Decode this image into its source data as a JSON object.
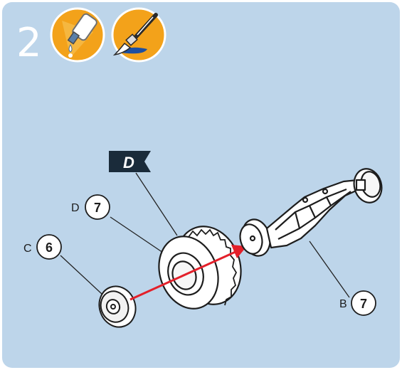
{
  "step": {
    "number": "2"
  },
  "icons": [
    {
      "name": "glue-icon"
    },
    {
      "name": "paint-brush-icon"
    }
  ],
  "flag": {
    "label": "D"
  },
  "callouts": [
    {
      "side_letter": "C",
      "number": "6"
    },
    {
      "side_letter": "D",
      "number": "7"
    },
    {
      "side_letter": "B",
      "number": "7"
    }
  ],
  "colors": {
    "panel_background": "#bdd5ea",
    "icon_badge": "#f3a21a",
    "arrow": "#e3202a",
    "flag": "#1a2b3a"
  }
}
